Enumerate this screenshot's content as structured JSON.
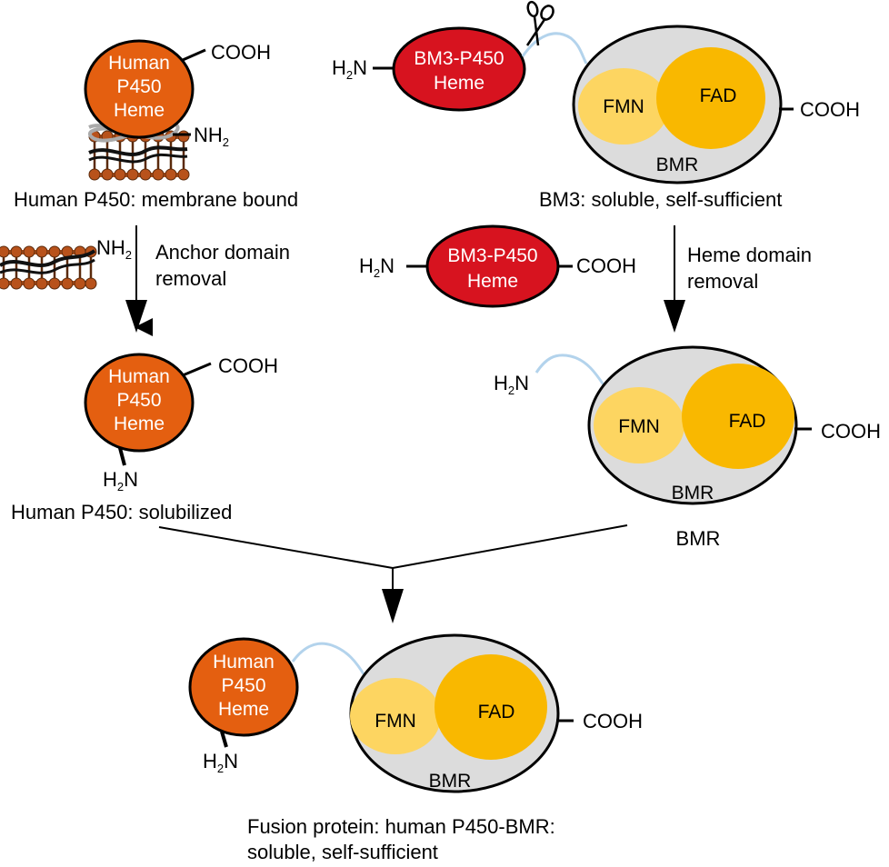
{
  "colors": {
    "human_heme": "#e45f10",
    "bm3_heme": "#d7131f",
    "fmn": "#fdd561",
    "fad": "#f9b800",
    "bmr": "#dcdcdc",
    "linker": "#b3d3ec",
    "membrane": "#b8521b"
  },
  "labels": {
    "human": "Human",
    "p450": "P450",
    "heme": "Heme",
    "bm3_p450": "BM3-P450",
    "fmn": "FMN",
    "fad": "FAD",
    "bmr": "BMR",
    "cooh": "COOH",
    "nh": "NH",
    "h": "H",
    "n": "N",
    "sub2": "2"
  },
  "captions": {
    "human_membrane": "Human P450: membrane bound",
    "bm3_soluble": "BM3: soluble, self-sufficient",
    "anchor_removal_1": "Anchor domain",
    "anchor_removal_2": "removal",
    "heme_removal_1": "Heme domain",
    "heme_removal_2": "removal",
    "human_solubilized": "Human P450: solubilized",
    "bmr_caption": "BMR",
    "fusion_1": "Fusion protein: human P450-BMR:",
    "fusion_2": "soluble, self-sufficient"
  }
}
